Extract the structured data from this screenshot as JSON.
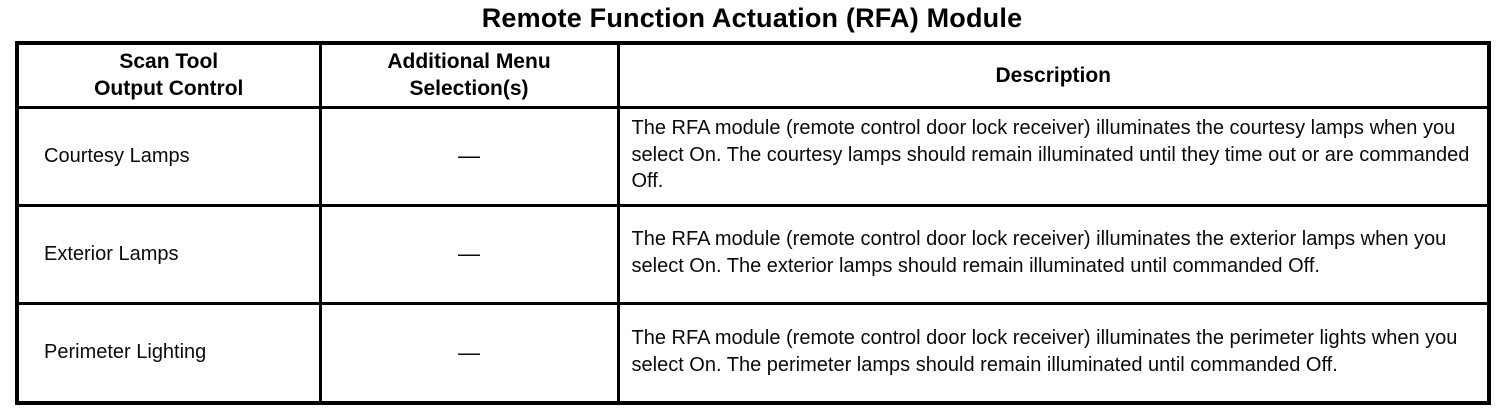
{
  "page": {
    "title": "Remote Function Actuation (RFA) Module"
  },
  "table": {
    "headers": {
      "scan_tool": "Scan Tool\nOutput Control",
      "additional_menu": "Additional Menu\nSelection(s)",
      "description": "Description"
    },
    "rows": [
      {
        "control": "Courtesy Lamps",
        "menu": "—",
        "description": "The RFA module (remote control door lock receiver) illuminates the courtesy lamps when you select On. The courtesy lamps should remain illuminated until they time out or are commanded Off."
      },
      {
        "control": "Exterior Lamps",
        "menu": "—",
        "description": "The RFA module (remote control door lock receiver) illuminates the exterior lamps when you select On. The exterior lamps should remain illuminated until commanded Off."
      },
      {
        "control": "Perimeter Lighting",
        "menu": "—",
        "description": "The RFA module (remote control door lock receiver) illuminates the perimeter lights when you select On. The perimeter lamps should remain illuminated until commanded Off."
      }
    ]
  }
}
